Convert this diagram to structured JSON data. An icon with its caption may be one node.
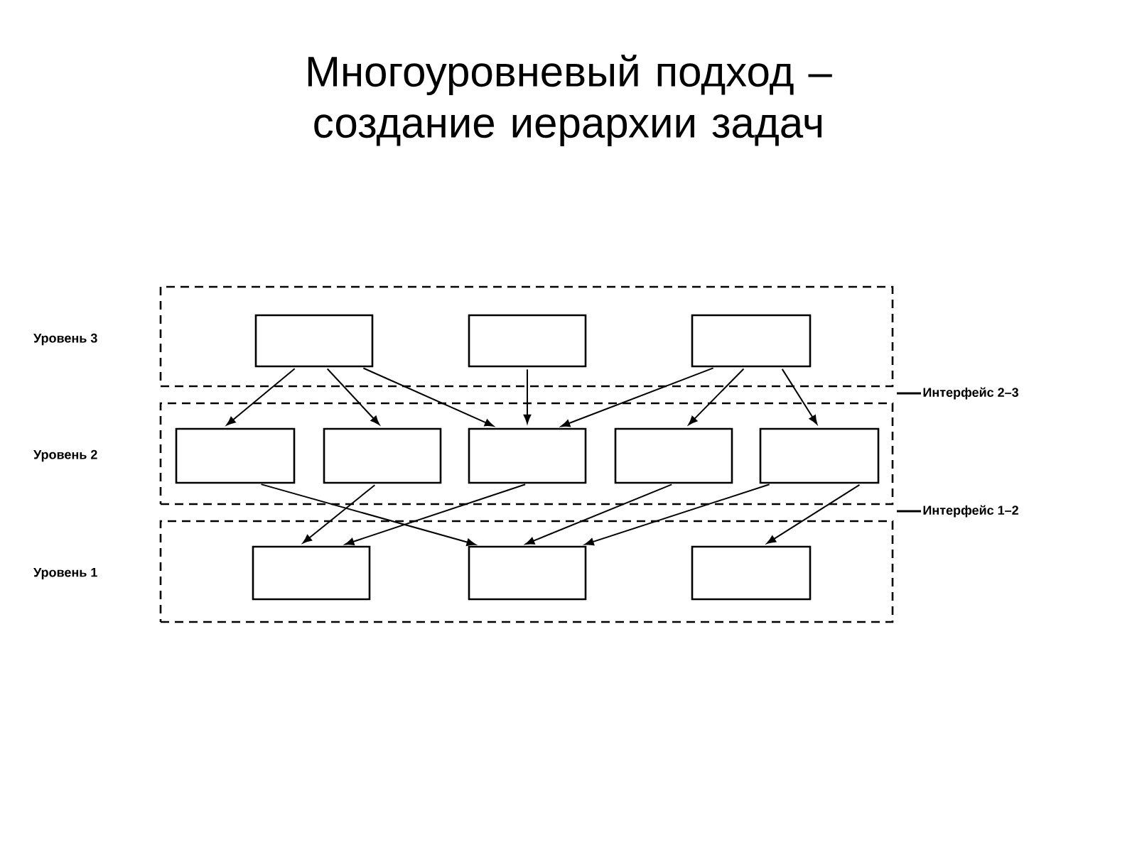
{
  "diagram": {
    "title": "Многоуровневый подход – создание иерархии задач",
    "nodes": [
      {
        "text": [
          "Уровень 3"
        ]
      },
      {
        "text": [],
        "shape": "box",
        "in": 0
      },
      {
        "text": [],
        "shape": "box",
        "in": 0
      },
      {
        "text": [],
        "shape": "box",
        "in": 0
      },
      {
        "text": [
          "Уровень 2"
        ]
      },
      {
        "text": [],
        "shape": "box",
        "in": 4
      },
      {
        "text": [],
        "shape": "box",
        "in": 4
      },
      {
        "text": [],
        "shape": "box",
        "in": 4
      },
      {
        "text": [],
        "shape": "box",
        "in": 4
      },
      {
        "text": [],
        "shape": "box",
        "in": 4
      },
      {
        "text": [
          "Уровень 1"
        ]
      },
      {
        "text": [],
        "shape": "box",
        "in": 10
      },
      {
        "text": [],
        "shape": "box",
        "in": 10
      },
      {
        "text": [],
        "shape": "box",
        "in": 10
      },
      {
        "text": [
          "Интерфейс 2–3"
        ]
      },
      {
        "text": [
          "Интерфейс 1–2"
        ]
      }
    ],
    "edges": [
      {
        "from": 1,
        "to": 5,
        "arrow": "to"
      },
      {
        "from": 1,
        "to": 6,
        "arrow": "to"
      },
      {
        "from": 1,
        "to": 7,
        "arrow": "to"
      },
      {
        "from": 2,
        "to": 7,
        "arrow": "to"
      },
      {
        "from": 3,
        "to": 7,
        "arrow": "to"
      },
      {
        "from": 3,
        "to": 8,
        "arrow": "to"
      },
      {
        "from": 3,
        "to": 9,
        "arrow": "to"
      },
      {
        "from": 5,
        "to": 12,
        "arrow": "to"
      },
      {
        "from": 6,
        "to": 11,
        "arrow": "to"
      },
      {
        "from": 7,
        "to": 11,
        "arrow": "to"
      },
      {
        "from": 8,
        "to": 12,
        "arrow": "to"
      },
      {
        "from": 9,
        "to": 12,
        "arrow": "to"
      },
      {
        "from": 9,
        "to": 13,
        "arrow": "to"
      },
      {
        "from": 14,
        "to": null,
        "arrow": "none"
      },
      {
        "from": 15,
        "to": null,
        "arrow": "none"
      }
    ]
  }
}
